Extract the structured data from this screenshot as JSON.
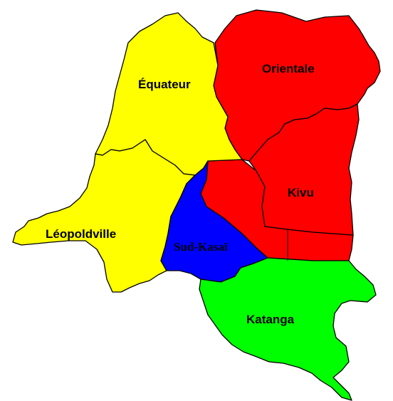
{
  "colors": {
    "equateur": "#ffff00",
    "leopoldville": "#ffff00",
    "orientale": "#ff0000",
    "kivu": "#ff0000",
    "sud_kasai": "#0000ff",
    "katanga": "#00ff00",
    "sud_kasai_label": "#ffffff"
  },
  "provinces": {
    "equateur": "Équateur",
    "orientale": "Orientale",
    "kivu": "Kivu",
    "leopoldville": "Léopoldville",
    "sud_kasai": "Sud-Kasaï",
    "katanga": "Katanga"
  }
}
